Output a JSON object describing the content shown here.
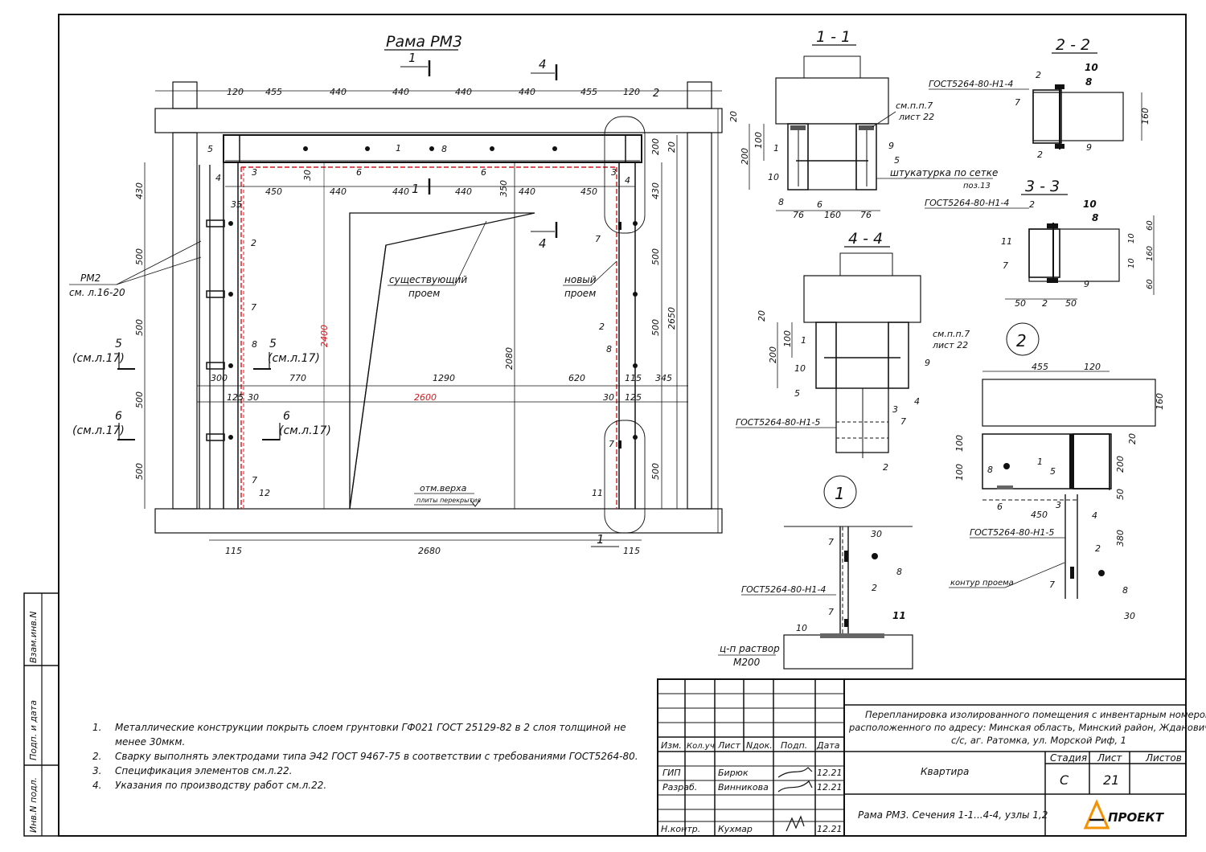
{
  "main_title": "Рама РМ3",
  "sections": {
    "s11": "1 - 1",
    "s22": "2 - 2",
    "s33": "3 - 3",
    "s44": "4 - 4",
    "node1": "1",
    "node2": "2"
  },
  "cut_marks": {
    "m1": "1",
    "m4": "4"
  },
  "top_dims": [
    "120",
    "455",
    "440",
    "440",
    "440",
    "440",
    "455",
    "120"
  ],
  "mid_dims": [
    "450",
    "440",
    "440",
    "440",
    "440",
    "450"
  ],
  "mid_350": "350",
  "dim_30": "30",
  "left_dims": [
    "430",
    "500",
    "500",
    "500",
    "500"
  ],
  "right_dims": [
    "430",
    "500",
    "500",
    "500"
  ],
  "right_2650": "2650",
  "right_200": "200",
  "right_20": "20",
  "dim_2080": "2080",
  "dim_2400_red": "2400",
  "dim_2600_red": "2600",
  "row_770": [
    "300",
    "770",
    "1290",
    "620",
    "115",
    "345"
  ],
  "row_125": [
    "125",
    "30",
    "30",
    "125"
  ],
  "bottom_dims": [
    "115",
    "2680",
    "115"
  ],
  "labels": {
    "existing": "существующий",
    "opening": "проем",
    "new": "новый",
    "rm2": "РМ2",
    "rm2_ref": "см. л.16-20",
    "ref5": "5",
    "ref5_sheet": "(см.л.17)",
    "ref6": "6",
    "ref6_sheet": "(см.л.17)",
    "otm": "отм.верха",
    "plate": "плиты перекрытия",
    "dim_35": "35"
  },
  "pos": [
    "1",
    "2",
    "3",
    "4",
    "5",
    "6",
    "7",
    "8",
    "9",
    "10",
    "11",
    "12"
  ],
  "s11_labels": {
    "ref": "см.п.п.7",
    "sheet": "лист 22",
    "plaster": "штукатурка по сетке",
    "poz": "поз.13",
    "d20": "20",
    "d100": "100",
    "d200": "200",
    "b76a": "76",
    "b160": "160",
    "b76b": "76"
  },
  "s22_labels": {
    "gost": "ГОСТ5264-80-Н1-4",
    "d160": "160"
  },
  "s33_labels": {
    "gost": "ГОСТ5264-80-Н1-4",
    "d60a": "60",
    "d10a": "10",
    "d160": "160",
    "d10b": "10",
    "d60b": "60",
    "b50a": "50",
    "b2": "2",
    "b50b": "50"
  },
  "s44_labels": {
    "ref": "см.п.п.7",
    "sheet": "лист 22",
    "gost": "ГОСТ5264-80-Н1-5",
    "d20": "20",
    "d100": "100",
    "d200": "200"
  },
  "node1_labels": {
    "gost": "ГОСТ5264-80-Н1-4",
    "mortar": "ц-п раствор",
    "mortar_grade": "М200",
    "d30": "30",
    "d10": "10"
  },
  "node2_labels": {
    "d455": "455",
    "d120": "120",
    "d160": "160",
    "d100a": "100",
    "d100b": "100",
    "d200": "200",
    "d20": "20",
    "d50": "50",
    "d450": "450",
    "d380": "380",
    "d30": "30",
    "gost": "ГОСТ5264-80-Н1-5",
    "contour": "контур проема"
  },
  "notes": [
    {
      "n": "1.",
      "text": "Металлические конструкции покрыть слоем грунтовки ГФ021 ГОСТ 25129-82 в 2 слоя толщиной не"
    },
    {
      "n": "",
      "text": "менее 30мкм."
    },
    {
      "n": "2.",
      "text": "Сварку выполнять электродами типа Э42 ГОСТ 9467-75 в соответствии с требованиями ГОСТ5264-80."
    },
    {
      "n": "3.",
      "text": "Спецификация элементов см.л.22."
    },
    {
      "n": "4.",
      "text": "Указания по производству работ см.л.22."
    }
  ],
  "side_stamp": [
    "Взам.инв.N",
    "Подп. и дата",
    "Инв.N подл."
  ],
  "title_block": {
    "headers": [
      "Изм.",
      "Кол.уч",
      "Лист",
      "Nдок.",
      "Подп.",
      "Дата"
    ],
    "rows": [
      {
        "role": "ГИП",
        "name": "Бирюк",
        "date": "12.21"
      },
      {
        "role": "Разраб.",
        "name": "Винникова",
        "date": "12.21"
      },
      {
        "role": "Н.контр.",
        "name": "Кухмар",
        "date": "12.21"
      }
    ],
    "project_line1": "Перепланировка изолированного помещения с инвентарным номером",
    "project_line2": "расположенного по адресу: Минская область, Минский район, Ждановичский",
    "project_line3": "с/с, аг. Ратомка, ул. Морской Риф, 1",
    "object": "Квартира",
    "stage_label": "Стадия",
    "sheet_label": "Лист",
    "sheets_label": "Листов",
    "stage": "С",
    "sheet": "21",
    "sheets": "",
    "drawing_title": "Рама РМ3. Сечения 1-1...4-4, узлы 1,2",
    "logo": "ПРОЕКТ"
  },
  "colors": {
    "red": "#d4151b",
    "ink": "#111111",
    "logo_orange": "#f39200"
  }
}
